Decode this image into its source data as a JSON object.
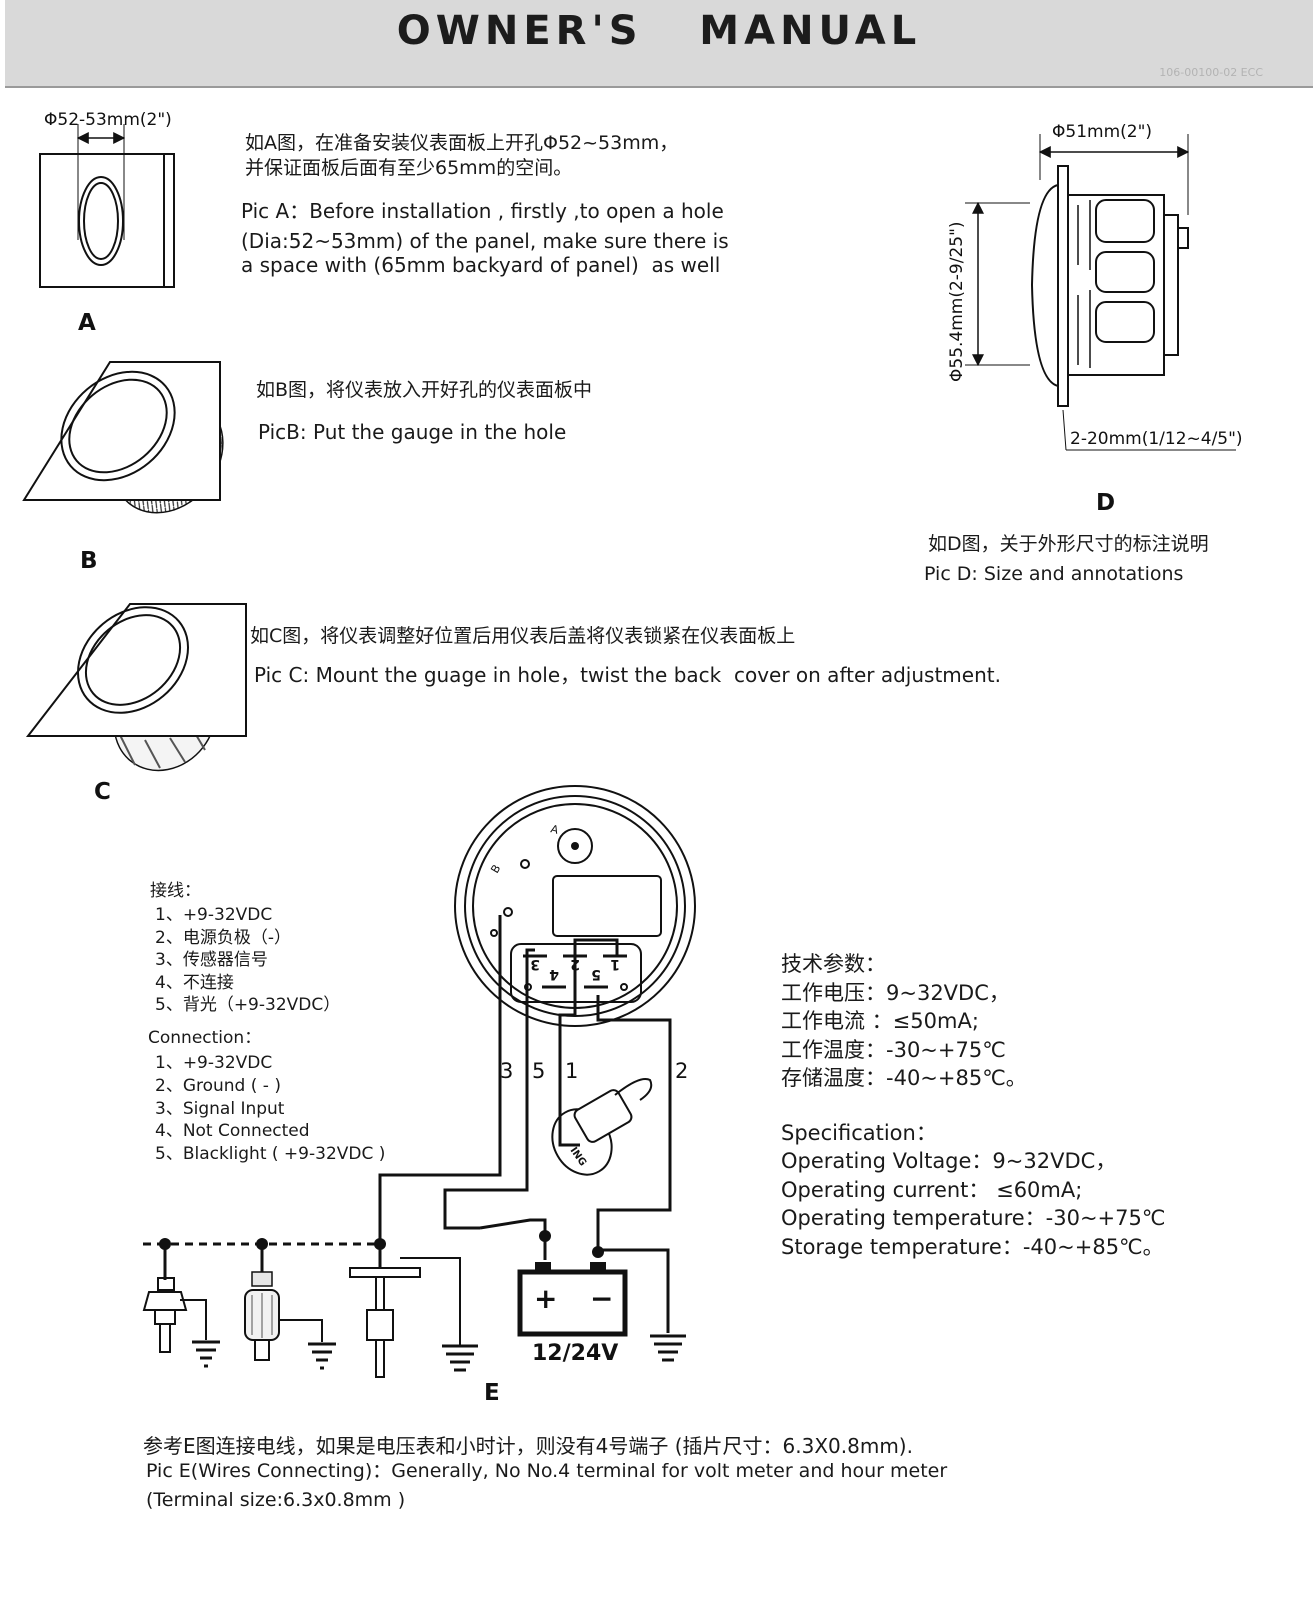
{
  "header": {
    "title": "OWNER'S   MANUAL",
    "code": "106-00100-02 ECC"
  },
  "picA": {
    "dim_label": "Φ52-53mm(2\")",
    "cn_lines": [
      "如A图，在准备安装仪表面板上开孔Φ52~53mm，",
      "并保证面板后面有至少65mm的空间。"
    ],
    "en_lines": [
      "Pic A：Before installation , firstly ,to open a hole",
      "(Dia:52~53mm) of the panel, make sure there is",
      "a space with (65mm backyard of panel)  as well"
    ],
    "letter": "A"
  },
  "picB": {
    "cn": "如B图，将仪表放入开好孔的仪表面板中",
    "en": "PicB: Put the gauge in the hole",
    "letter": "B"
  },
  "picC": {
    "cn": "如C图，将仪表调整好位置后用仪表后盖将仪表锁紧在仪表面板上",
    "en": "Pic C: Mount the guage in hole，twist the back  cover on after adjustment.",
    "letter": "C"
  },
  "picD": {
    "dim_width": "Φ51mm(2\")",
    "dim_height": "Φ55.4mm(2-9/25\")",
    "dim_panel": "2-20mm(1/12~4/5\")",
    "letter": "D",
    "cn": "如D图，关于外形尺寸的标注说明",
    "en": "Pic D: Size and annotations"
  },
  "wiring": {
    "cn_title": "接线：",
    "cn_items": [
      "1、+9-32VDC",
      "2、电源负极（-）",
      "3、传感器信号",
      "4、不连接",
      "5、背光（+9-32VDC）"
    ],
    "en_title": "Connection：",
    "en_items": [
      "1、+9-32VDC",
      "2、Ground ( - )",
      "3、Signal Input",
      "4、Not Connected",
      "5、Blacklight ( +9-32VDC )"
    ],
    "wire_labels": [
      "3",
      "5",
      "1",
      "2"
    ],
    "terminal_labels": [
      "3",
      "2",
      "1",
      "4",
      "5"
    ],
    "dial_letters": [
      "A",
      "B"
    ],
    "battery": "12/24V",
    "battery_plus": "+",
    "battery_minus": "−",
    "switch_label": "ING",
    "letter": "E"
  },
  "spec": {
    "cn_title": "技术参数：",
    "cn_lines": [
      "工作电压：9~32VDC，",
      "工作电流 ：≤50mA;",
      "工作温度：-30~+75℃",
      "存储温度：-40~+85℃。"
    ],
    "en_title": "Specification：",
    "en_lines": [
      "Operating Voltage：9~32VDC，",
      "Operating current： ≤60mA;",
      "Operating temperature：-30~+75℃",
      "Storage temperature：-40~+85℃。"
    ]
  },
  "footer": {
    "cn": "参考E图连接电线，如果是电压表和小时计，则没有4号端子 (插片尺寸：6.3X0.8mm).",
    "en1": "Pic E(Wires Connecting)：Generally, No No.4 terminal for volt meter and hour meter",
    "en2": "(Terminal size:6.3x0.8mm )"
  }
}
